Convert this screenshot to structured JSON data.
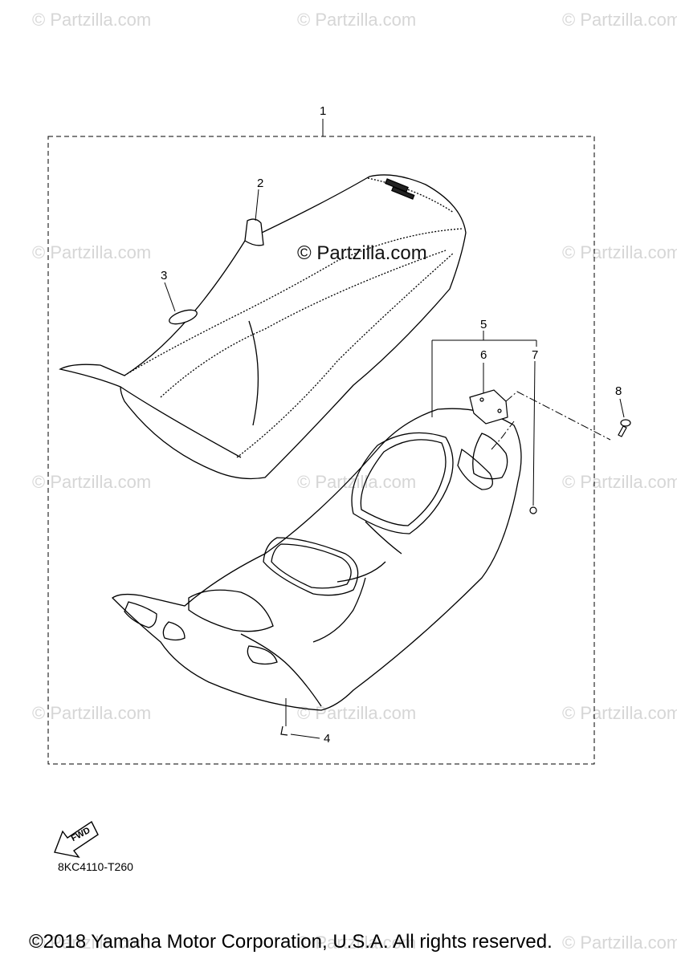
{
  "watermark": "© Partzilla.com",
  "center_watermark": "© Partzilla.com",
  "callouts": {
    "c1": "1",
    "c2": "2",
    "c3": "3",
    "c4": "4",
    "c5": "5",
    "c6": "6",
    "c7": "7",
    "c8": "8"
  },
  "fwd_label": "FWD",
  "diagram_code": "8KC4110-T260",
  "copyright": "©2018 Yamaha Motor Corporation, U.S.A. All rights reserved."
}
